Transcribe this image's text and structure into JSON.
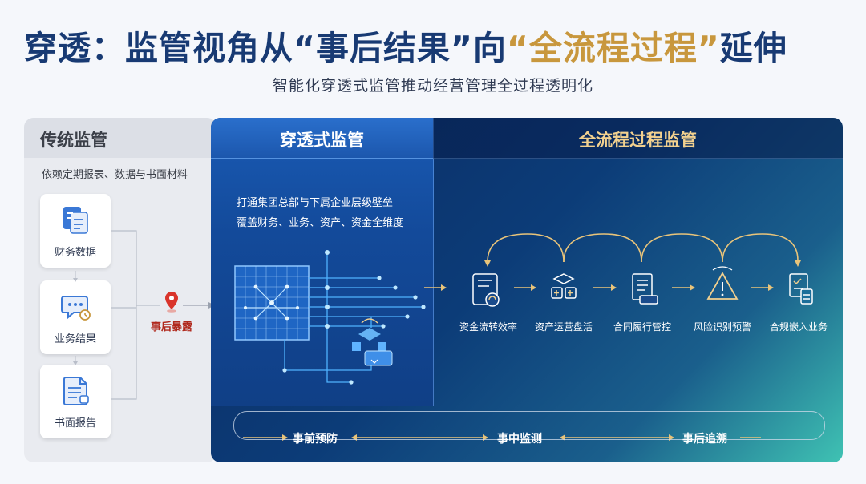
{
  "header": {
    "title_part1": "穿透：监管视角从“事后结果”向",
    "title_highlight": "“全流程过程”",
    "title_part3": "延伸",
    "subtitle": "智能化穿透式监管推动经营管理全过程透明化"
  },
  "traditional": {
    "title": "传统监管",
    "description": "依赖定期报表、数据与书面材料",
    "items": [
      {
        "label": "财务数据",
        "icon": "financial-doc-icon"
      },
      {
        "label": "业务结果",
        "icon": "chat-bubble-icon"
      },
      {
        "label": "书面报告",
        "icon": "report-doc-icon"
      }
    ],
    "exposure_label": "事后暴露",
    "exposure_icon": "location-pin-icon"
  },
  "penetrating": {
    "title": "穿透式监管",
    "line1": "打通集团总部与下属企业层级壁垒",
    "line2": "覆盖财务、业务、资产、资金全维度"
  },
  "full_process": {
    "title": "全流程过程监管",
    "steps": [
      {
        "label": "资金流转效率",
        "icon": "fund-flow-icon"
      },
      {
        "label": "资产运营盘活",
        "icon": "asset-cube-icon"
      },
      {
        "label": "合同履行管控",
        "icon": "contract-icon"
      },
      {
        "label": "风险识别预警",
        "icon": "warning-icon"
      },
      {
        "label": "合规嵌入业务",
        "icon": "compliance-icon"
      }
    ]
  },
  "timeline": {
    "stages": [
      "事前预防",
      "事中监测",
      "事后追溯"
    ]
  },
  "colors": {
    "title_blue": "#183a73",
    "gold": "#c8973d",
    "pin_red": "#d9342b",
    "icon_blue": "#2f6fd0"
  }
}
